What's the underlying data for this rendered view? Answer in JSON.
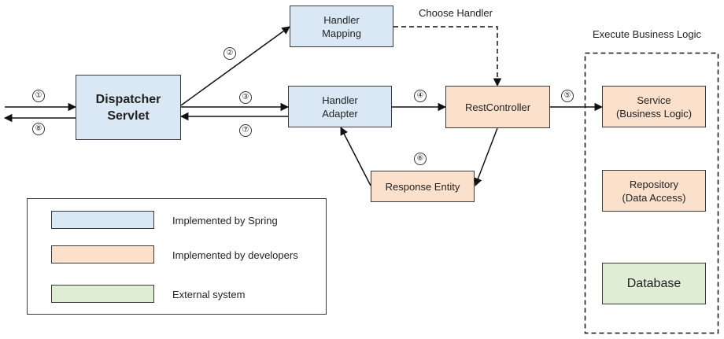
{
  "labels": {
    "choose_handler": "Choose Handler",
    "execute_business_logic": "Execute Business Logic"
  },
  "nodes": {
    "dispatcher_line1": "Dispatcher",
    "dispatcher_line2": "Servlet",
    "handler_mapping_line1": "Handler",
    "handler_mapping_line2": "Mapping",
    "handler_adapter_line1": "Handler",
    "handler_adapter_line2": "Adapter",
    "rest_controller": "RestController",
    "response_entity": "Response Entity",
    "service_line1": "Service",
    "service_line2": "(Business Logic)",
    "repository_line1": "Repository",
    "repository_line2": "(Data Access)",
    "database": "Database"
  },
  "steps": {
    "s1": "①",
    "s2": "②",
    "s3": "③",
    "s4": "④",
    "s5": "⑤",
    "s6": "⑥",
    "s7": "⑦",
    "s8": "⑧"
  },
  "legend": {
    "spring": "Implemented by Spring",
    "developers": "Implemented by developers",
    "external": "External system"
  },
  "colors": {
    "spring": "#dae8f5",
    "developers": "#fbe0cc",
    "external": "#deedd4"
  }
}
